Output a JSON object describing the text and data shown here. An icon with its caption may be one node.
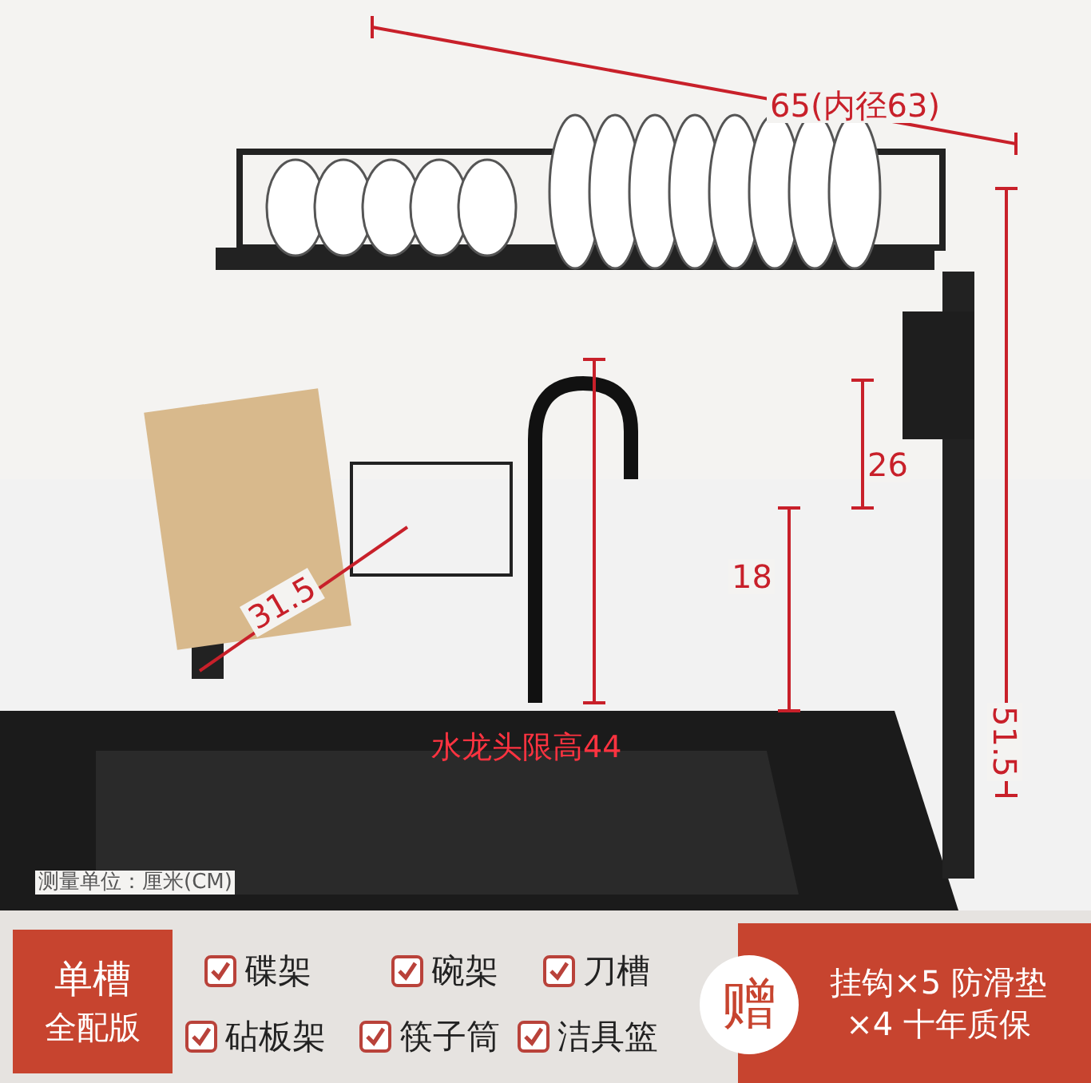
{
  "diagram": {
    "nodes": [
      {
        "text": [
          "单槽",
          "全配版"
        ]
      },
      {
        "text": [
          "赠"
        ]
      },
      {
        "text": [
          "挂钩×5 防滑垫×4 十年质保"
        ]
      }
    ],
    "labels": [
      "65(内径63)",
      "26",
      "18",
      "51.5",
      "31.5",
      "水龙头限高44",
      "测量单位：厘米(CM)",
      "碟架",
      "碗架",
      "刀槽",
      "砧板架",
      "筷子筒",
      "洁具篮"
    ]
  }
}
